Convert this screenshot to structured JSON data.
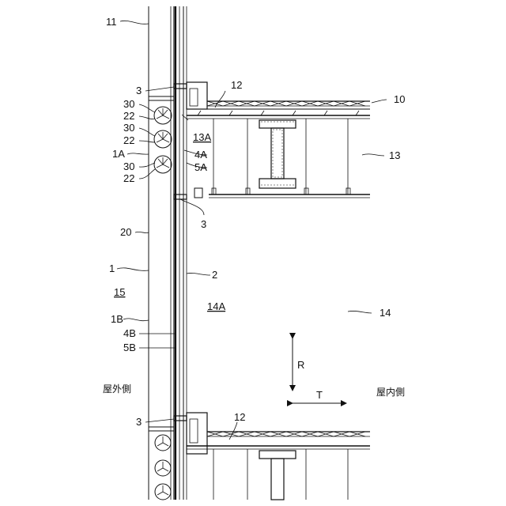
{
  "labels": {
    "l11": "11",
    "l3_top": "3",
    "l30_a": "30",
    "l22_a": "22",
    "l30_b": "30",
    "l22_b": "22",
    "l1A": "1A",
    "l30_c": "30",
    "l22_c": "22",
    "l12_top": "12",
    "l10": "10",
    "l13A": "13A",
    "l4A": "4A",
    "l5A": "5A",
    "l13": "13",
    "l3_mid": "3",
    "l20": "20",
    "l1": "1",
    "l2": "2",
    "l15": "15",
    "l14A": "14A",
    "l14": "14",
    "l1B": "1B",
    "l4B": "4B",
    "l5B": "5B",
    "lR": "R",
    "lT": "T",
    "outdoor": "屋外側",
    "indoor": "屋内側",
    "l3_bot": "3",
    "l12_bot": "12"
  },
  "colors": {
    "line": "#111111",
    "background": "#ffffff"
  }
}
